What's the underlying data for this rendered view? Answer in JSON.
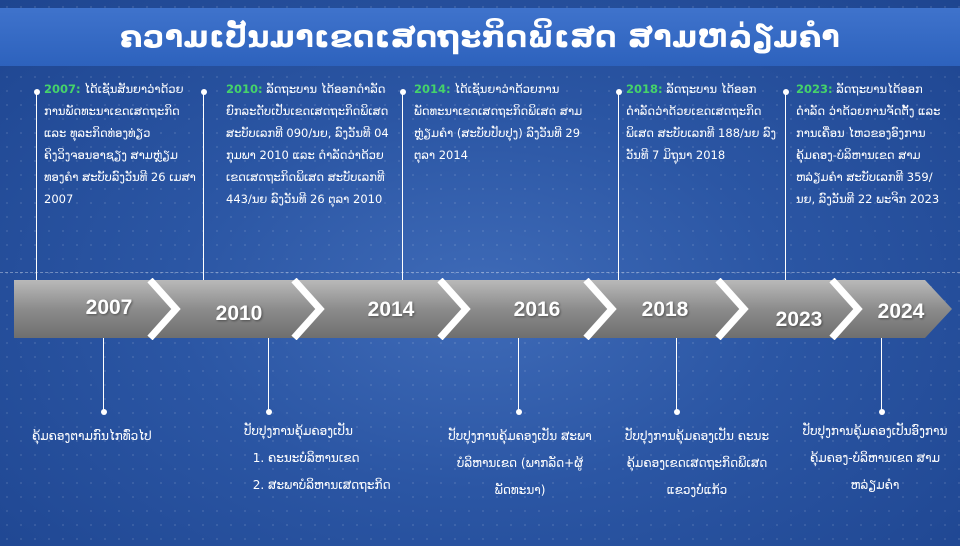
{
  "title": "ຄວາມເປັນມາເຂດເສດຖະກິດພິເສດ ສາມຫລ່ຽມຄຳ",
  "colors": {
    "background": "#2b56a4",
    "title_bar": "#3f73cc",
    "year_highlight": "#45d36a",
    "arrow": "#8a8a8a"
  },
  "timeline": {
    "years": [
      "2007",
      "2010",
      "2014",
      "2016",
      "2018",
      "2023",
      "2024"
    ]
  },
  "top_notes": [
    {
      "year": "2007:",
      "text": " ໄດ້ເຊັນສັນຍາວ່າດ້ວຍການພັດທະນາເຂດເສດຖະກິດ ແລະ ທຸລະກິດທ່ອງທ່ຽວຄິງວິງຈອນອາຊຽງ ສາມຫຼ່ຽມທອງຄຳ ສະບັບລົງວັນທີ 26 ເມສາ 2007"
    },
    {
      "year": "2010:",
      "text": " ລັດຖະບານ ໄດ້ອອກດຳລັດ ຍົກລະດັບເປັນເຂດເສດຖະກິດພິເສດ ສະບັບເລກທີ 090/ນຍ, ລົງວັນທີ 04 ກຸມພາ 2010 ແລະ ດຳລັດວ່າດ້ວຍເຂດເສດຖະກິດພິເສດ ສະບັບເລກທີ 443/ນຍ ລົງວັນທີ 26 ຕຸລາ 2010"
    },
    {
      "year": "2014:",
      "text": " ໄດ້ເຊັນຍາວ່າດ້ວຍການພັດທະນາເຂດເສດຖະກິດພິເສດ ສາມຫຼ່ຽມຄຳ (ສະບັບປັບປຸງ) ລົງວັນທີ 29 ຕຸລາ 2014"
    },
    {
      "year": "2018:",
      "text": " ລັດຖະບານ ໄດ້ອອກດຳລັດວ່າດ້ວຍເຂດເສດຖະກິດພິເສດ ສະບັບເລກທີ 188/ນຍ ລົງວັນທີ 7 ມິຖຸນາ 2018"
    },
    {
      "year": "2023:",
      "text": " ລັດຖະບານໄດ້ອອກດຳລັດ ວ່າດ້ວຍການຈັດຕັ້ງ ແລະ ການເຄື່ອນ ໄຫວຂອງອົງການຄຸ້ມຄອງ-ບໍລິຫານເຂດ ສາມຫລ່ຽມຄຳ ສະບັບເລກທີ 359/ນຍ, ລົງວັນທີ 22 ພະຈິກ 2023"
    }
  ],
  "bottom_notes": {
    "n2007": "ຄຸ້ມຄອງຕາມກົນໄກທົ່ວໄປ",
    "n2010": {
      "heading": "ປັບປຸງການຄຸ້ມຄອງເປັນ",
      "items": [
        "ຄະນະບໍລິຫານເຂດ",
        "ສະພາບໍລິຫານເສດຖະກິດ"
      ]
    },
    "n2016": "ປັບປຸງການຄຸ້ມຄອງເປັນ ສະພາບໍລິຫານເຂດ (ພາກລັດ+ຜູ້ພັດທະນາ)",
    "n2018": "ປັບປຸງການຄຸ້ມຄອງເປັນ ຄະນະຄຸ້ມຄອງເຂດເສດຖະກິດພິເສດແຂວງບໍ່ແກ້ວ",
    "n2024": "ປັບປຸງການຄຸ້ມຄອງເປັນອົງການຄຸ້ມຄອງ-ບໍລິຫານເຂດ ສາມຫລ່ຽມຄຳ"
  }
}
